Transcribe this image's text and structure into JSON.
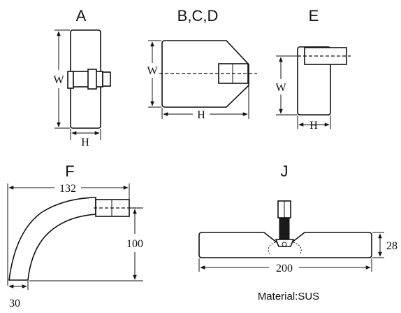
{
  "labels": {
    "a": "A",
    "bcd": "B,C,D",
    "e": "E",
    "f": "F",
    "j": "J"
  },
  "dimensions": {
    "a_w": "W",
    "a_h": "H",
    "bcd_w": "W",
    "bcd_h": "H",
    "e_w": "W",
    "e_h": "H",
    "f_width": "132",
    "f_height": "100",
    "f_thickness": "30",
    "j_length": "200",
    "j_height": "28"
  },
  "material_note": "Material:SUS"
}
